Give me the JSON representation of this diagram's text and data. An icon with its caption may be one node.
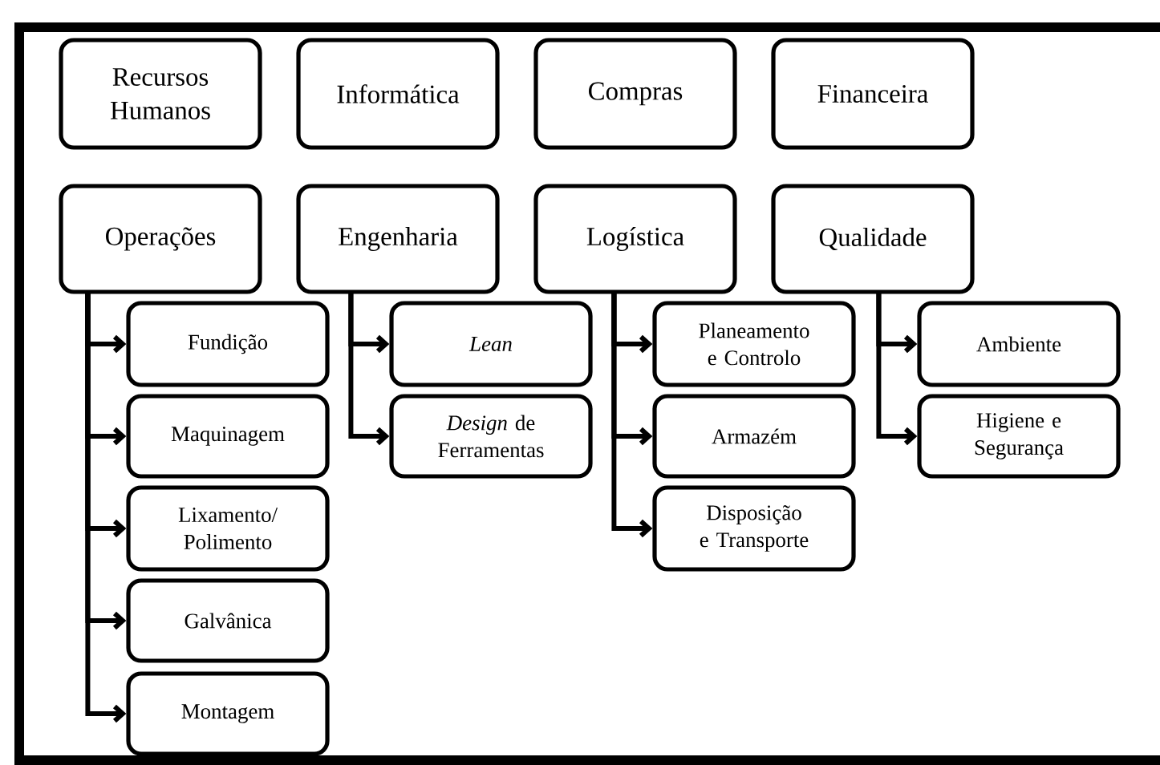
{
  "diagram": {
    "nodes": [
      {
        "text": [
          "Recursos Humanos"
        ]
      },
      {
        "text": [
          "Informática"
        ]
      },
      {
        "text": [
          "Compras"
        ]
      },
      {
        "text": [
          "Financeira"
        ]
      },
      {
        "text": [
          "Operações"
        ]
      },
      {
        "text": [
          "Engenharia"
        ]
      },
      {
        "text": [
          "Logística"
        ]
      },
      {
        "text": [
          "Qualidade"
        ]
      },
      {
        "text": [
          "Fundição"
        ]
      },
      {
        "text": [
          "Maquinagem"
        ]
      },
      {
        "text": [
          "Lixamento/ Polimento"
        ]
      },
      {
        "text": [
          "Galvânica"
        ]
      },
      {
        "text": [
          "Montagem"
        ]
      },
      {
        "text": [
          "Lean"
        ]
      },
      {
        "text": [
          "*Design* de Ferramentas"
        ]
      },
      {
        "text": [
          "Planeamento e Controlo"
        ]
      },
      {
        "text": [
          "Armazém"
        ]
      },
      {
        "text": [
          "Disposição e Transporte"
        ]
      },
      {
        "text": [
          "Ambiente"
        ]
      },
      {
        "text": [
          "Higiene e Segurança"
        ]
      }
    ],
    "edges": [
      {
        "from": 4,
        "to": 8,
        "arrow": "to"
      },
      {
        "from": 4,
        "to": 9,
        "arrow": "to"
      },
      {
        "from": 4,
        "to": 10,
        "arrow": "to"
      },
      {
        "from": 4,
        "to": 11,
        "arrow": "to"
      },
      {
        "from": 4,
        "to": 12,
        "arrow": "to"
      },
      {
        "from": 5,
        "to": 13,
        "arrow": "to"
      },
      {
        "from": 5,
        "to": 14,
        "arrow": "to"
      },
      {
        "from": 6,
        "to": 15,
        "arrow": "to"
      },
      {
        "from": 6,
        "to": 16,
        "arrow": "to"
      },
      {
        "from": 6,
        "to": 17,
        "arrow": "to"
      },
      {
        "from": 7,
        "to": 18,
        "arrow": "to"
      },
      {
        "from": 7,
        "to": 19,
        "arrow": "to"
      }
    ]
  }
}
